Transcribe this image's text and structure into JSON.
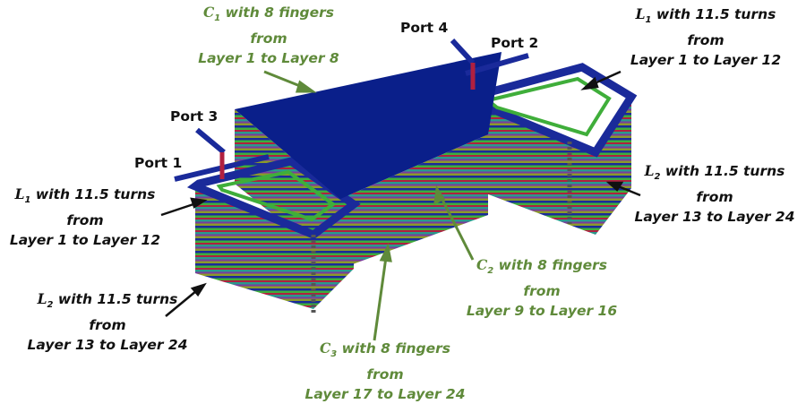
{
  "colors": {
    "label_black": "#111111",
    "label_green": "#5f8a3a",
    "plate_blue": "#0a1f8a"
  },
  "ports": {
    "p1": "Port 1",
    "p2": "Port 2",
    "p3": "Port 3",
    "p4": "Port 4"
  },
  "labels": {
    "c1": {
      "sym": "C",
      "sub": "1",
      "l1": " with 8 fingers",
      "l2": "from",
      "l3": "Layer 1 to Layer 8"
    },
    "l1_right": {
      "sym": "L",
      "sub": "1",
      "l1": " with 11.5 turns",
      "l2": "from",
      "l3": "Layer 1 to Layer 12"
    },
    "l2_right": {
      "sym": "L",
      "sub": "2",
      "l1": " with 11.5 turns",
      "l2": "from",
      "l3": "Layer 13 to Layer 24"
    },
    "l1_left": {
      "sym": "L",
      "sub": "1",
      "l1": " with 11.5 turns",
      "l2": "from",
      "l3": "Layer 1 to Layer 12"
    },
    "l2_left": {
      "sym": "L",
      "sub": "2",
      "l1": " with 11.5 turns",
      "l2": "from",
      "l3": "Layer 13 to Layer 24"
    },
    "c2": {
      "sym": "C",
      "sub": "2",
      "l1": " with 8 fingers",
      "l2": "from",
      "l3": "Layer 9 to Layer 16"
    },
    "c3": {
      "sym": "C",
      "sub": "3",
      "l1": " with 8 fingers",
      "l2": "from",
      "l3": "Layer 17 to Layer 24"
    }
  }
}
